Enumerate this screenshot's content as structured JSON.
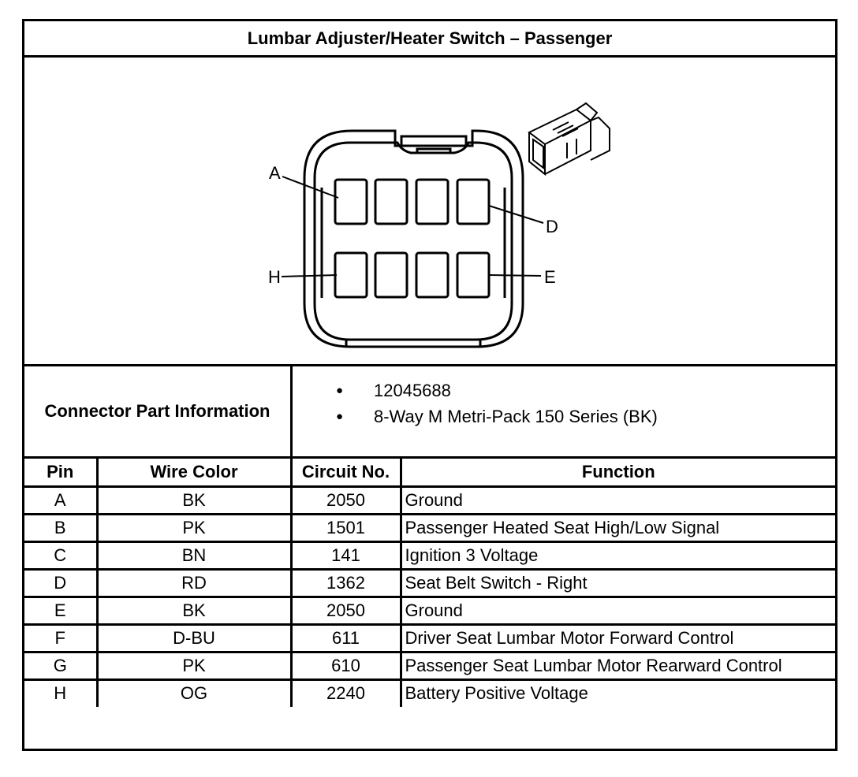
{
  "title": "Lumbar Adjuster/Heater Switch – Passenger",
  "diagram": {
    "pin_labels": {
      "a": "A",
      "d": "D",
      "h": "H",
      "e": "E"
    }
  },
  "connector_part_info": {
    "label": "Connector Part Information",
    "items": [
      "12045688",
      "8-Way M Metri-Pack 150 Series (BK)"
    ]
  },
  "table": {
    "headers": [
      "Pin",
      "Wire Color",
      "Circuit No.",
      "Function"
    ],
    "rows": [
      {
        "pin": "A",
        "wire_color": "BK",
        "circuit": "2050",
        "function": "Ground"
      },
      {
        "pin": "B",
        "wire_color": "PK",
        "circuit": "1501",
        "function": "Passenger Heated Seat High/Low Signal"
      },
      {
        "pin": "C",
        "wire_color": "BN",
        "circuit": "141",
        "function": "Ignition 3 Voltage"
      },
      {
        "pin": "D",
        "wire_color": "RD",
        "circuit": "1362",
        "function": "Seat Belt Switch - Right"
      },
      {
        "pin": "E",
        "wire_color": "BK",
        "circuit": "2050",
        "function": "Ground"
      },
      {
        "pin": "F",
        "wire_color": "D-BU",
        "circuit": "611",
        "function": "Driver Seat Lumbar Motor Forward Control"
      },
      {
        "pin": "G",
        "wire_color": "PK",
        "circuit": "610",
        "function": "Passenger Seat Lumbar Motor Rearward Control"
      },
      {
        "pin": "H",
        "wire_color": "OG",
        "circuit": "2240",
        "function": "Battery Positive Voltage"
      }
    ]
  }
}
